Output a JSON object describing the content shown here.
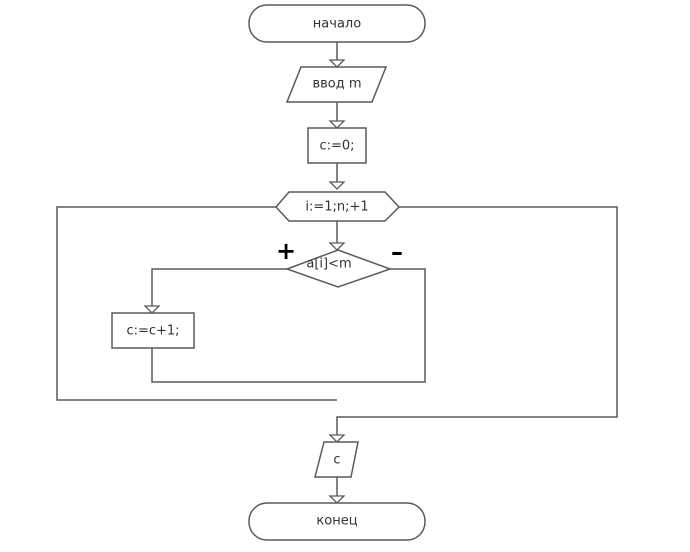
{
  "flowchart": {
    "start": "начало",
    "input": "ввод m",
    "init": "c:=0;",
    "loop": "i:=1;n;+1",
    "condition": "a[i]<m",
    "yes_mark": "+",
    "no_mark": "–",
    "increment": "c:=c+1;",
    "output": "c",
    "end": "конец"
  }
}
